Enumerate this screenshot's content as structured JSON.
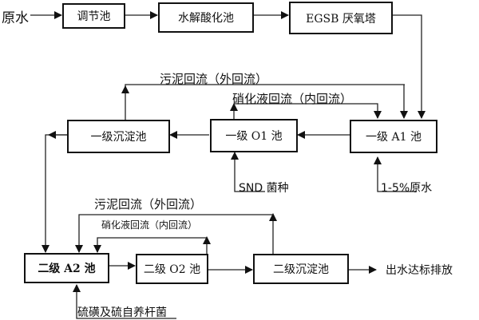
{
  "inputs": {
    "raw_water": "原水",
    "snd_seed": "SND 菌种",
    "partial_raw_water": "1-5%原水",
    "sulfur_bacteria": "硫磺及硫自养杆菌"
  },
  "units": {
    "regulating_tank": "调节池",
    "hydrolysis_acidification": "水解酸化池",
    "egsb": "EGSB 厌氧塔",
    "a1": "一级 A1 池",
    "o1": "一级 O1 池",
    "primary_settling": "一级沉淀池",
    "a2": "二级 A2 池",
    "o2": "二级 O2 池",
    "secondary_settling": "二级沉淀池"
  },
  "recycles": {
    "sludge_recycle_1": "污泥回流（外回流）",
    "nitrate_recycle_1": "硝化液回流（内回流）",
    "sludge_recycle_2": "污泥回流（外回流）",
    "nitrate_recycle_2": "硝化液回流（内回流）"
  },
  "output": {
    "effluent": "出水达标排放"
  }
}
